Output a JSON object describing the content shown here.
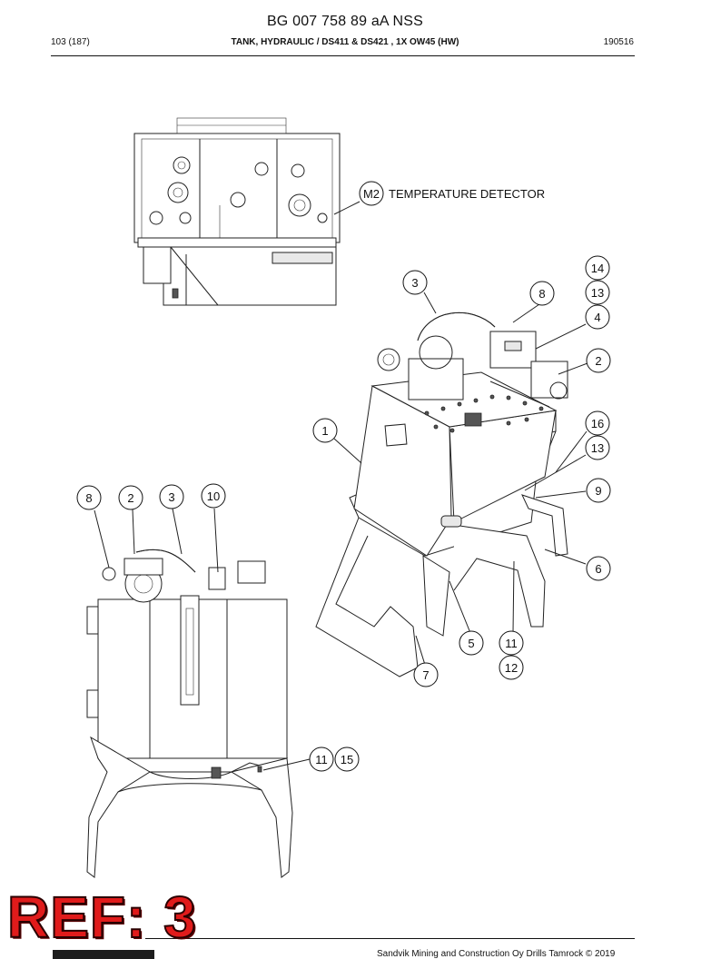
{
  "header": {
    "doc_id": "BG 007 758 89 aA NSS",
    "page": "103 (187)",
    "title": "TANK, HYDRAULIC / DS411 & DS421 , 1X OW45 (HW)",
    "date": "190516"
  },
  "drawing": {
    "top_view_label_code": "M2",
    "top_view_label_text": "TEMPERATURE DETECTOR",
    "callouts": {
      "c1": "1",
      "c2": "2",
      "c3": "3",
      "c4": "4",
      "c5": "5",
      "c6": "6",
      "c7": "7",
      "c8": "8",
      "c9": "9",
      "c11": "11",
      "c12": "12",
      "c13a": "13",
      "c13b": "13",
      "c14": "14",
      "c16": "16",
      "f8": "8",
      "f2": "2",
      "f3": "3",
      "f10": "10",
      "f11": "11",
      "f15": "15"
    }
  },
  "stamp": {
    "ref": "REF: 3"
  },
  "footer": {
    "copyright": "Sandvik Mining and Construction Oy Drills Tamrock © 2019"
  }
}
